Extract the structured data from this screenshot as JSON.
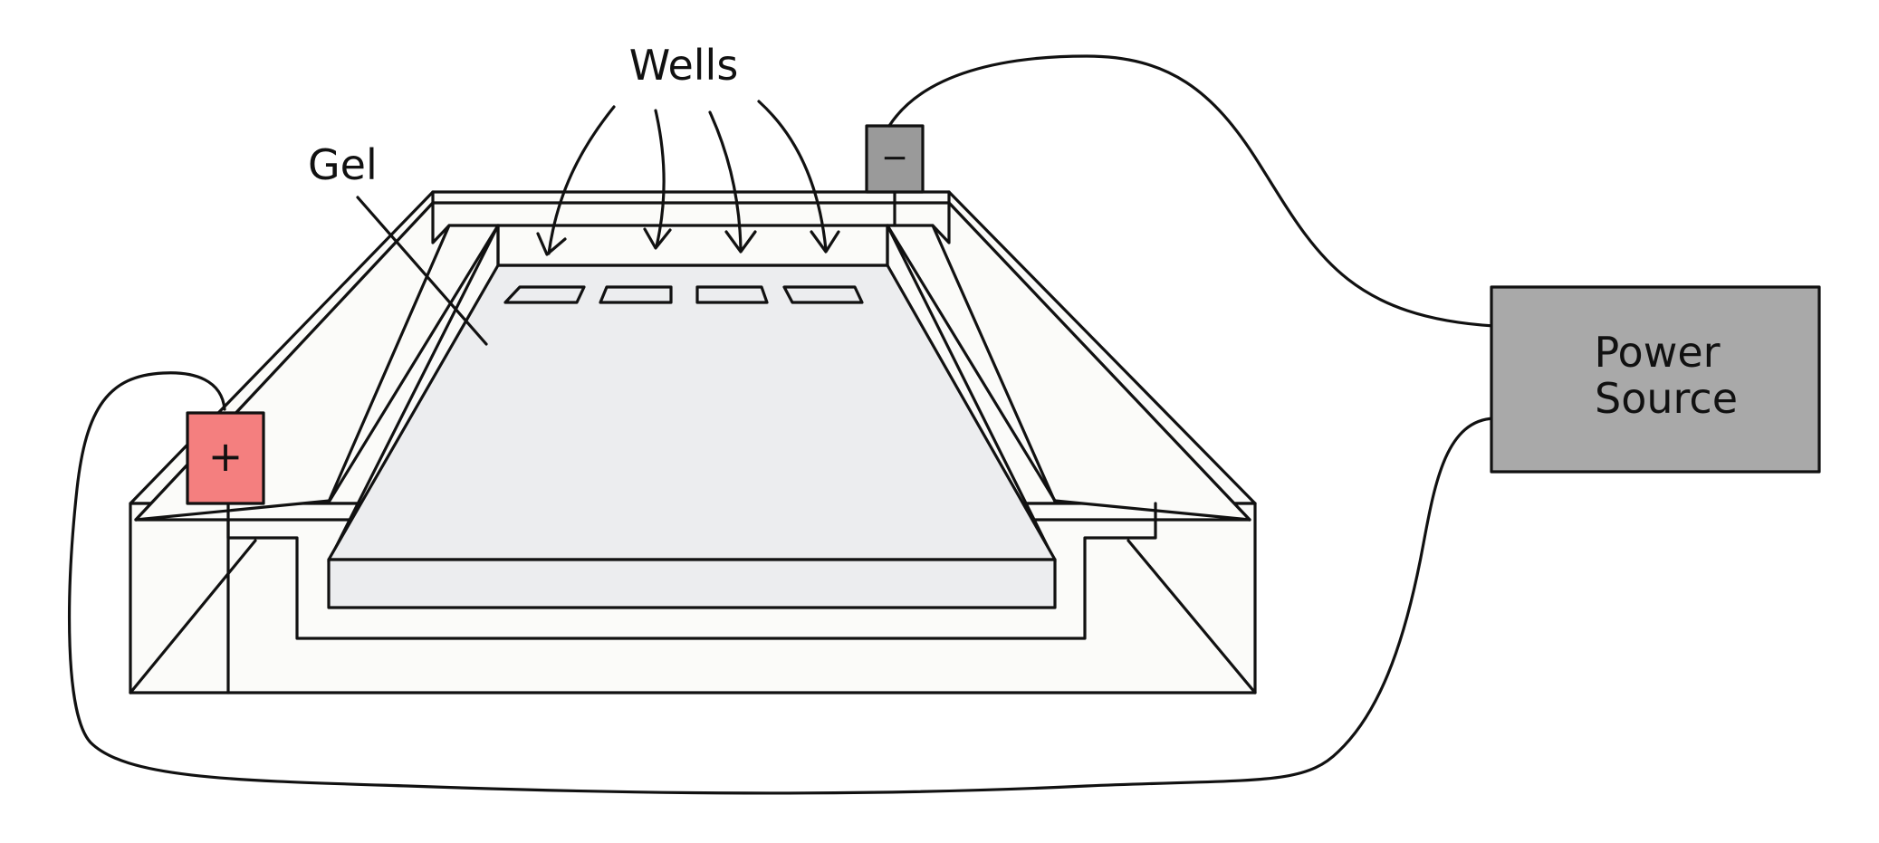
{
  "labels": {
    "wells": "Wells",
    "gel": "Gel",
    "power_source_line1": "Power",
    "power_source_line2": "Source",
    "positive": "+",
    "negative": "−"
  },
  "colors": {
    "tank": "#fbfbf9",
    "gel": "#ecedef",
    "positive_electrode": "#f47f7f",
    "negative_electrode": "#9a9a9a",
    "power_source": "#a9a9a9",
    "stroke": "#111111"
  },
  "icons": {
    "positive": "plus-sign",
    "negative": "minus-sign"
  }
}
